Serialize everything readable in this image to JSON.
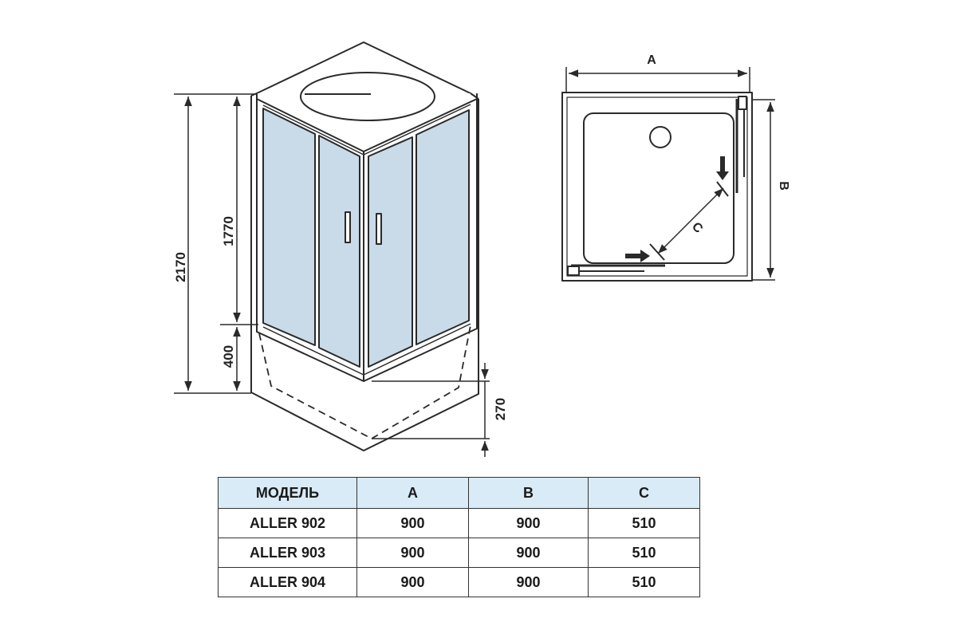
{
  "dimensions": {
    "total_height": "2170",
    "cabin_height": "1770",
    "tray_height": "400",
    "tray_depth": "270",
    "width_label": "A",
    "depth_label": "B",
    "door_label": "C"
  },
  "table": {
    "headers": [
      "МОДЕЛЬ",
      "A",
      "B",
      "C"
    ],
    "rows": [
      [
        "ALLER 902",
        "900",
        "900",
        "510"
      ],
      [
        "ALLER 903",
        "900",
        "900",
        "510"
      ],
      [
        "ALLER 904",
        "900",
        "900",
        "510"
      ]
    ]
  },
  "colors": {
    "line": "#2a2a2a",
    "glass": "#c9dae8",
    "header_fill": "#d9ebf6"
  }
}
